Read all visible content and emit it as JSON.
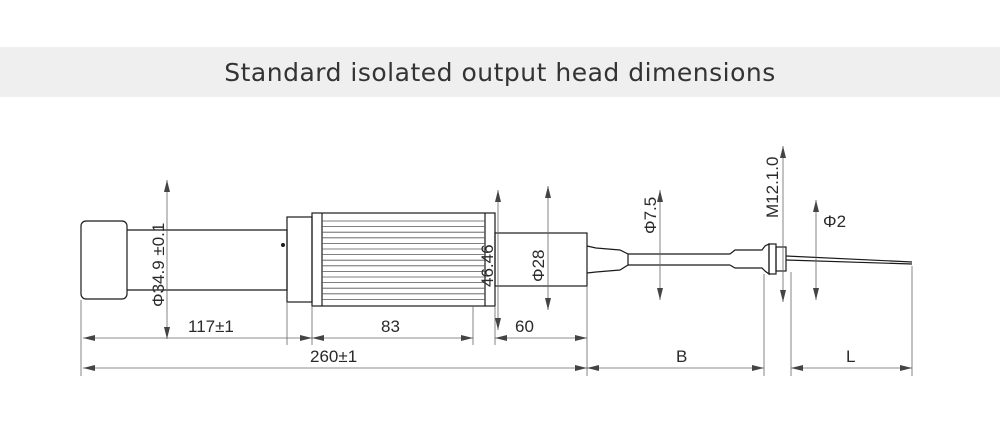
{
  "header": {
    "title": "Standard isolated output head dimensions"
  },
  "drawing": {
    "labels": {
      "dia_body": "Φ34.9 ±0.1",
      "len_117": "117±1",
      "len_83": "83",
      "height_4646": "46.46",
      "dia_28": "Φ28",
      "len_60": "60",
      "len_260": "260±1",
      "dia_75": "Φ7.5",
      "thread": "M12.1.0",
      "dia_2": "Φ2",
      "dim_b": "B",
      "dim_l": "L"
    }
  }
}
